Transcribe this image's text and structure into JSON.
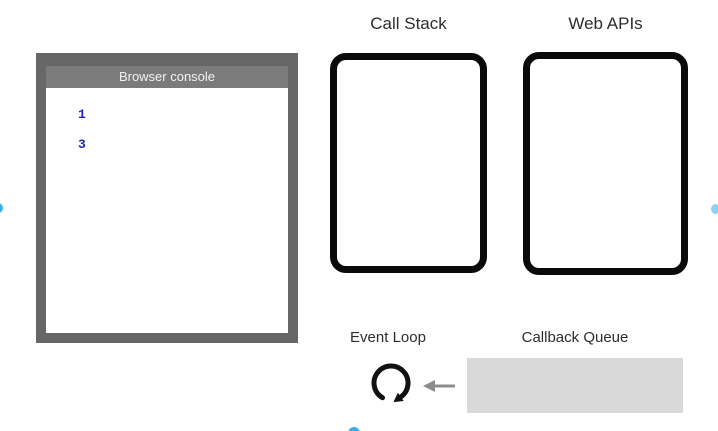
{
  "console": {
    "title": "Browser console",
    "logs": [
      "1",
      "3"
    ]
  },
  "call_stack": {
    "label": "Call Stack",
    "frames": []
  },
  "web_apis": {
    "label": "Web APIs",
    "tasks": []
  },
  "event_loop": {
    "label": "Event Loop"
  },
  "callback_queue": {
    "label": "Callback Queue",
    "items": []
  },
  "icons": {
    "event_loop": "circular-arrow-clockwise-icon",
    "queue_to_loop": "left-arrow-icon"
  },
  "colors": {
    "console_frame": "#676767",
    "console_titlebar": "#7b7b7b",
    "console_log_text": "#2424b2",
    "box_border": "#0a0a0a",
    "queue_fill": "#d9d9d9",
    "arrow_gray": "#8c8c8c",
    "label_text": "#2d2d2d",
    "marble_blue": "#3ab0ea",
    "marble_blue_light": "#8ed2f2"
  }
}
